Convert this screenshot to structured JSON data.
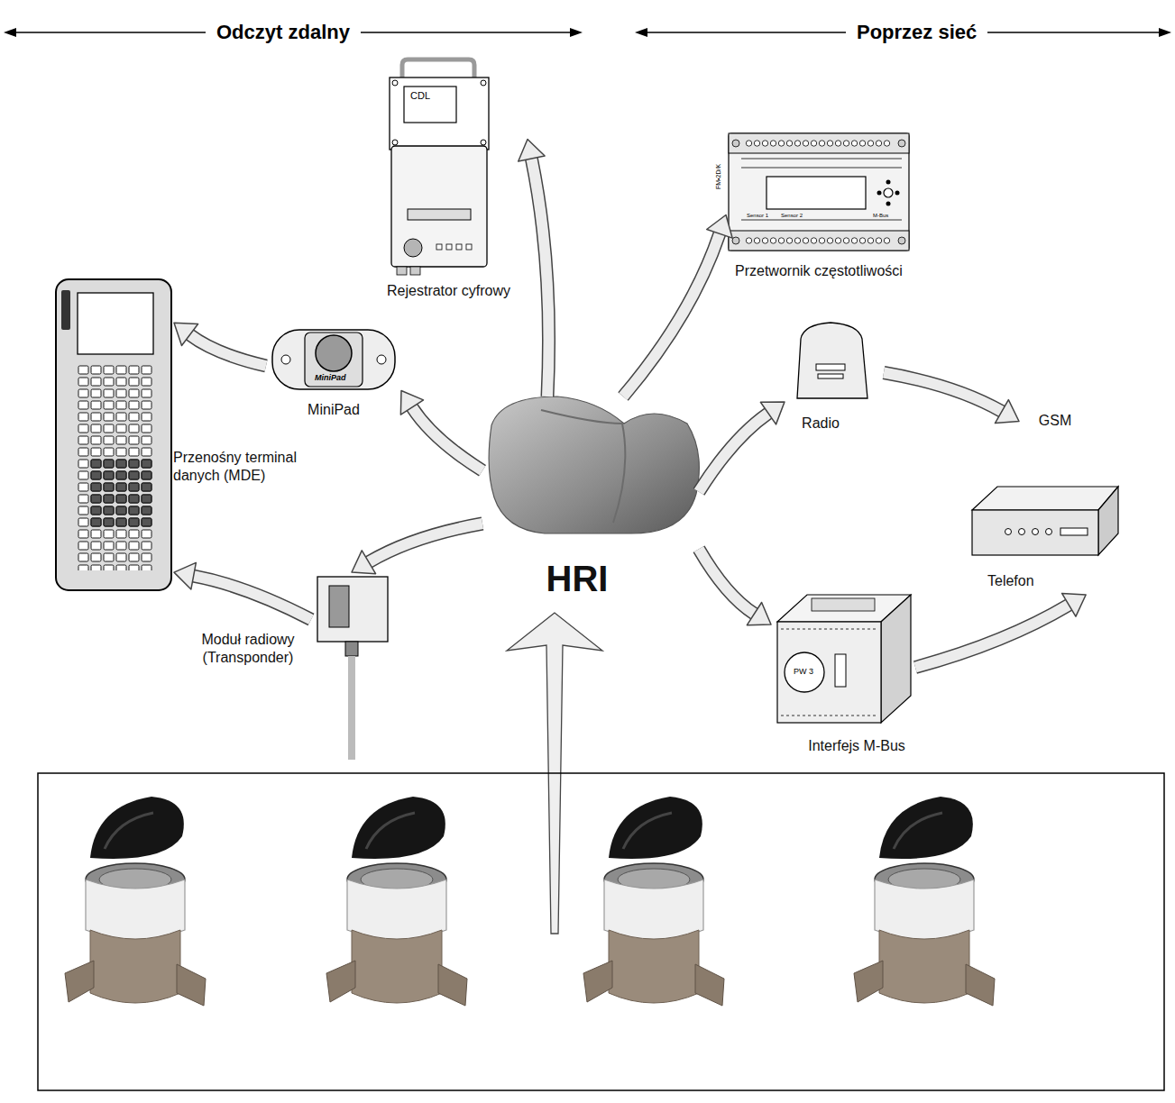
{
  "diagram": {
    "nodes": [
      {
        "text": [
          "Rejestrator cyfrowy"
        ]
      },
      {
        "text": [
          "Przetwornik częstotliwości"
        ]
      },
      {
        "text": [
          "MiniPad"
        ]
      },
      {
        "text": [
          "Radio"
        ]
      },
      {
        "text": [
          "GSM"
        ]
      },
      {
        "text": [
          "Przenośny terminal danych (MDE)"
        ]
      },
      {
        "text": [
          "HRI"
        ]
      },
      {
        "text": [
          "Telefon"
        ]
      },
      {
        "text": [
          "Moduł radiowy (Transponder)"
        ]
      },
      {
        "text": [
          "Interfejs M-Bus"
        ]
      }
    ],
    "edges": [
      {
        "from": 6,
        "to": 0,
        "arrow": "to"
      },
      {
        "from": 6,
        "to": 1,
        "arrow": "to"
      },
      {
        "from": 6,
        "to": 2,
        "arrow": "to"
      },
      {
        "from": 6,
        "to": 8,
        "arrow": "to"
      },
      {
        "from": 2,
        "to": 5,
        "arrow": "to"
      },
      {
        "from": 8,
        "to": 5,
        "arrow": "to"
      },
      {
        "from": 6,
        "to": 3,
        "arrow": "to"
      },
      {
        "from": 6,
        "to": 9,
        "arrow": "to"
      },
      {
        "from": 3,
        "to": 4,
        "arrow": "to"
      },
      {
        "from": 9,
        "to": 7,
        "arrow": "to"
      }
    ],
    "labels": [
      "Odczyt zdalny",
      "Poprzez sieć",
      "CDL",
      "FM•2D/K",
      "Sensor 1",
      "Sensor 2",
      "M-Bus",
      "MiniPad",
      "PW 3"
    ]
  }
}
